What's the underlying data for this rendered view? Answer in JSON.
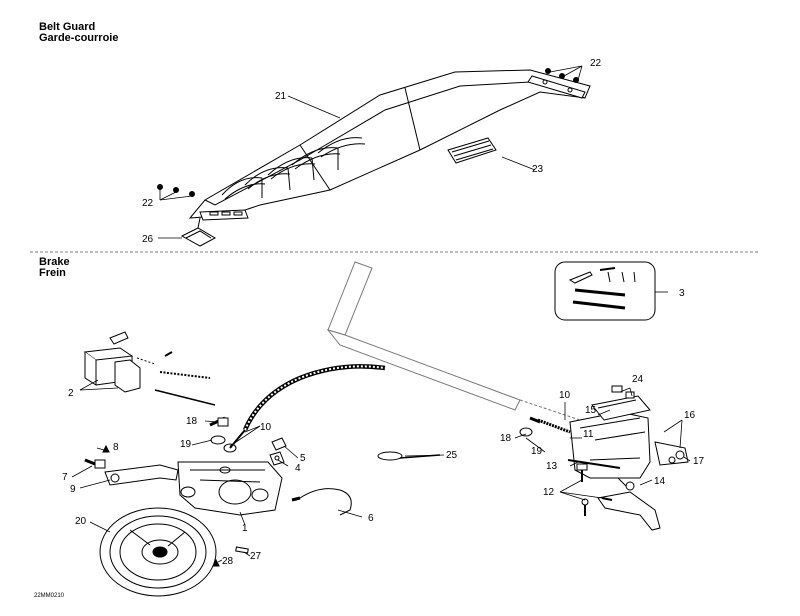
{
  "sections": {
    "belt_guard": {
      "title_en": "Belt Guard",
      "title_fr": "Garde-courroie"
    },
    "brake": {
      "title_en": "Brake",
      "title_fr": "Frein"
    }
  },
  "callouts": {
    "c1": "1",
    "c2": "2",
    "c3": "3",
    "c4": "4",
    "c5": "5",
    "c6": "6",
    "c7": "7",
    "c8": "8",
    "c9": "9",
    "c10a": "10",
    "c10b": "10",
    "c11": "11",
    "c12": "12",
    "c13": "13",
    "c14": "14",
    "c15": "15",
    "c16": "16",
    "c17": "17",
    "c18a": "18",
    "c18b": "18",
    "c19a": "19",
    "c19b": "19",
    "c20": "20",
    "c21": "21",
    "c22a": "22",
    "c22b": "22",
    "c23": "23",
    "c24": "24",
    "c25": "25",
    "c26": "26",
    "c27": "27",
    "c28": "28"
  },
  "diagram_code": "22MM0210"
}
